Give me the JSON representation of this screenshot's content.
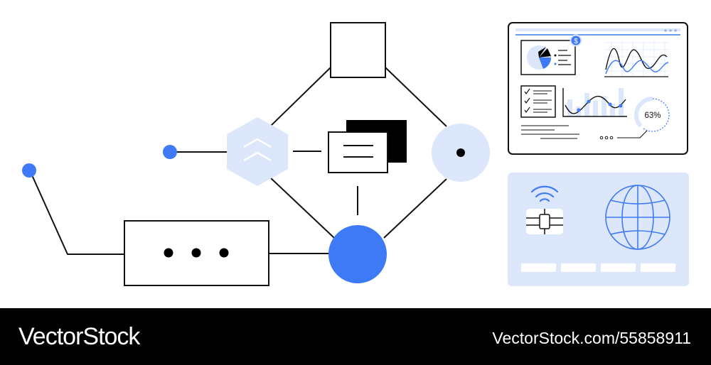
{
  "colors": {
    "accent": "#3f7af6",
    "light_blue": "#dde7fb",
    "ink": "#111111",
    "background": "#ffffff",
    "footer": "#000000"
  },
  "dashboard": {
    "badge_symbol": "$",
    "progress_label": "63%",
    "progress_value": 0.63
  },
  "icons": [
    "chevrons-up-icon",
    "document-stack-icon",
    "sim-chip-icon",
    "wifi-icon",
    "globe-icon",
    "ellipsis-icon"
  ],
  "footer": {
    "brand": "VectorStock",
    "url": "VectorStock.com/55858911"
  }
}
